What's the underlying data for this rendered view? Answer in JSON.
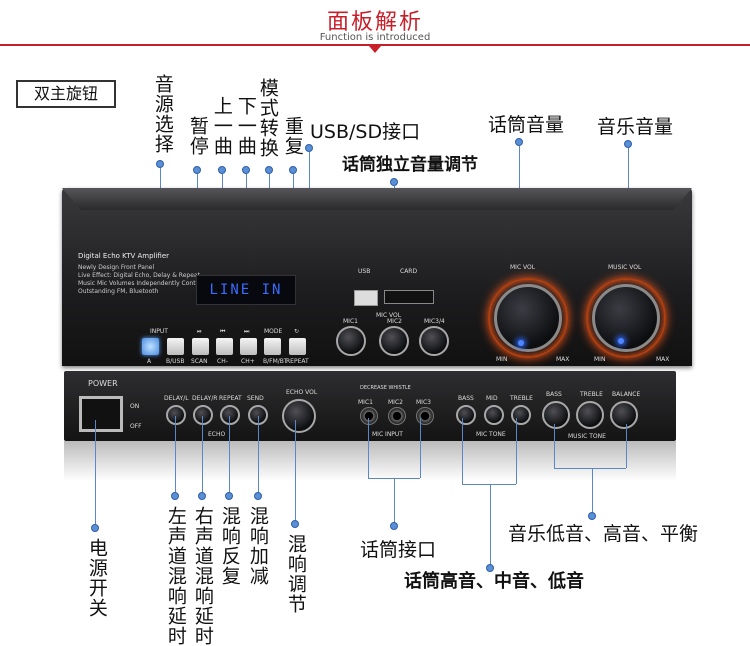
{
  "header": {
    "title": "面板解析",
    "subtitle": "Function is introduced"
  },
  "tag": "双主旋钮",
  "top_labels": {
    "input_select": "音源选择",
    "pause": "暂停",
    "prev": "上一曲",
    "next": "下一曲",
    "mode": "模式转换",
    "repeat": "重复",
    "usb_sd": "USB/SD接口",
    "mic_independent": "话筒独立音量调节",
    "mic_volume": "话筒音量",
    "music_volume": "音乐音量"
  },
  "bottom_labels": {
    "power": "电源开关",
    "delay_left": "左声道混响延时",
    "delay_right": "右声道混响延时",
    "echo_repeat": "混响反复",
    "echo_decay": "混响加减",
    "echo_adjust": "混响调节",
    "mic_jack": "话筒接口",
    "mic_tone": "话筒高音、中音、低音",
    "music_tone": "音乐低音、高音、平衡"
  },
  "device": {
    "brand_line": "Digital Echo KTV Amplifier",
    "features": [
      "Newly Design Front Panel",
      "Live Effect: Digital Echo, Delay & Repeat",
      "Music Mic Volumes Independently Control",
      "Outstanding FM, Bluetooth"
    ],
    "display_text": "LINE IN",
    "input_label": "INPUT",
    "buttons": [
      "A",
      "B/USB",
      "SCAN",
      "CH-",
      "CH+",
      "B/FM/BT",
      "REPEAT"
    ],
    "button_symbols": [
      "",
      "",
      "⏯",
      "⏮",
      "⏭",
      "MODE",
      "↻"
    ],
    "usb_label": "USB",
    "card_label": "CARD",
    "mic_vol_label": "MIC VOL",
    "mic_knobs": [
      "MIC1",
      "MIC2",
      "MIC3/4"
    ],
    "mic_vol_knob": "MIC VOL",
    "music_vol_knob": "MUSIC VOL",
    "min": "MIN",
    "max": "MAX",
    "power": "POWER",
    "on": "ON",
    "off": "OFF",
    "echo_knobs": [
      "DELAY/L",
      "DELAY/R",
      "REPEAT",
      "SEND"
    ],
    "echo_group": "ECHO",
    "echo_vol": "ECHO VOL",
    "decrease_whistle": "DECREASE WHISTLE",
    "mic_inputs": [
      "MIC1",
      "MIC2",
      "MIC3"
    ],
    "mic_input_group": "MIC INPUT",
    "mic_tone_knobs": [
      "BASS",
      "MID",
      "TREBLE"
    ],
    "mic_tone_group": "MIC TONE",
    "music_tone_knobs": [
      "BASS",
      "TREBLE",
      "BALANCE"
    ],
    "music_tone_group": "MUSIC TONE"
  }
}
